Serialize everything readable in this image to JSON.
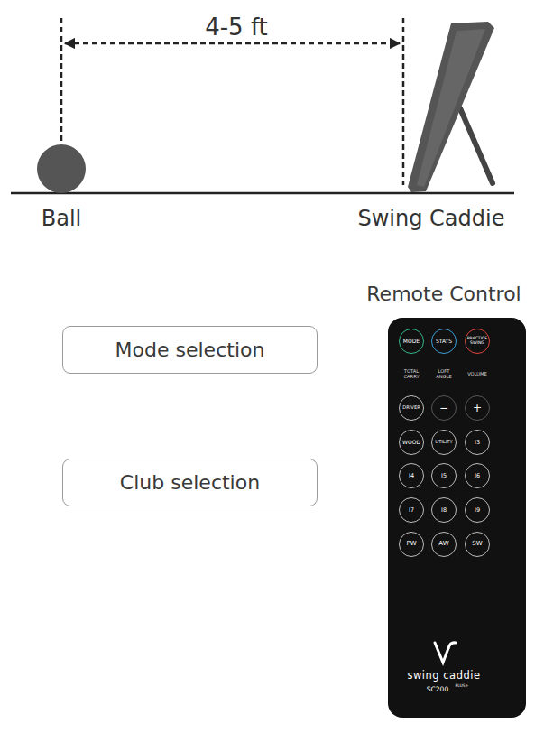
{
  "diagram": {
    "nodes": [
      {
        "text": [
          "Mode selection"
        ]
      },
      {
        "text": [
          "Club selection"
        ]
      },
      {
        "text": [
          "Remote Control",
          "swing caddie",
          "SC200",
          "PLUS+"
        ]
      },
      {
        "text": [
          "MODE"
        ],
        "in": 2
      },
      {
        "text": [
          "STATS"
        ],
        "in": 2
      },
      {
        "text": [
          "PRACTICE SWING"
        ],
        "in": 2
      },
      {
        "text": [
          "DRIVER"
        ],
        "in": 2
      },
      {
        "text": [
          "−"
        ],
        "in": 2
      },
      {
        "text": [
          "+"
        ],
        "in": 2
      },
      {
        "text": [
          "WOOD"
        ],
        "in": 2
      },
      {
        "text": [
          "UTILITY"
        ],
        "in": 2
      },
      {
        "text": [
          "I3"
        ],
        "in": 2
      },
      {
        "text": [
          "I4"
        ],
        "in": 2
      },
      {
        "text": [
          "I5"
        ],
        "in": 2
      },
      {
        "text": [
          "I6"
        ],
        "in": 2
      },
      {
        "text": [
          "I7"
        ],
        "in": 2
      },
      {
        "text": [
          "I8"
        ],
        "in": 2
      },
      {
        "text": [
          "I9"
        ],
        "in": 2
      },
      {
        "text": [
          "PW"
        ],
        "in": 2
      },
      {
        "text": [
          "AW"
        ],
        "in": 2
      },
      {
        "text": [
          "SW"
        ],
        "in": 2
      }
    ],
    "labels": [
      "4-5 ft",
      "Ball",
      "Swing Caddie",
      "TOTAL CARRY",
      "LOFT ANGLE",
      "VOLUME"
    ]
  }
}
